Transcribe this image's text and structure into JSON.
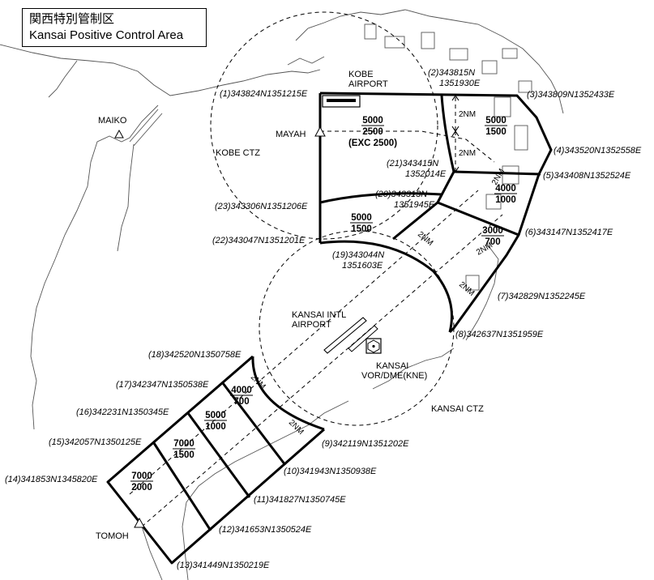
{
  "title": {
    "japanese": "関西特別管制区",
    "english": "Kansai Positive Control Area"
  },
  "points": {
    "p1": "(1)343824N1351215E",
    "p2a": "(2)343815N",
    "p2b": "1351930E",
    "p3": "(3)343809N1352433E",
    "p4": "(4)343520N1352558E",
    "p5": "(5)343408N1352524E",
    "p6": "(6)343147N1352417E",
    "p7": "(7)342829N1352245E",
    "p8": "(8)342637N1351959E",
    "p9": "(9)342119N1351202E",
    "p10": "(10)341943N1350938E",
    "p11": "(11)341827N1350745E",
    "p12": "(12)341653N1350524E",
    "p13": "(13)341449N1350219E",
    "p14": "(14)341853N1345820E",
    "p15": "(15)342057N1350125E",
    "p16": "(16)342231N1350345E",
    "p17": "(17)342347N1350538E",
    "p18": "(18)342520N1350758E",
    "p19a": "(19)343044N",
    "p19b": "1351603E",
    "p20a": "(20)343313N",
    "p20b": "1351945E",
    "p21a": "(21)343415N",
    "p21b": "1352014E",
    "p22": "(22)343047N1351201E",
    "p23": "(23)343306N1351206E"
  },
  "places": {
    "kobe_airport_1": "KOBE",
    "kobe_airport_2": "AIRPORT",
    "maiko": "MAIKO",
    "mayah": "MAYAH",
    "kobe_ctz": "KOBE CTZ",
    "kansai_airport_1": "KANSAI INTL",
    "kansai_airport_2": "AIRPORT",
    "kansai_vor_1": "KANSAI",
    "kansai_vor_2": "VOR/DME(KNE)",
    "kansai_ctz": "KANSAI CTZ",
    "tomoh": "TOMOH"
  },
  "altitudes": {
    "a1_top": "5000",
    "a1_bottom": "2500",
    "a1_note": "(EXC 2500)",
    "a2_top": "5000",
    "a2_bottom": "1500",
    "a3_top": "4000",
    "a3_bottom": "1000",
    "a4_top": "3000",
    "a4_bottom": "700",
    "a5_top": "5000",
    "a5_bottom": "1500",
    "a6_top": "4000",
    "a6_bottom": "700",
    "a7_top": "5000",
    "a7_bottom": "1000",
    "a8_top": "7000",
    "a8_bottom": "1500",
    "a9_top": "7000",
    "a9_bottom": "2000"
  },
  "distances": {
    "d1": "2NM",
    "d2": "2NM",
    "d3": "2NM",
    "d4": "2NM",
    "d5": "2NM",
    "d6": "2NM",
    "d7": "2NM",
    "d8": "2NM"
  }
}
